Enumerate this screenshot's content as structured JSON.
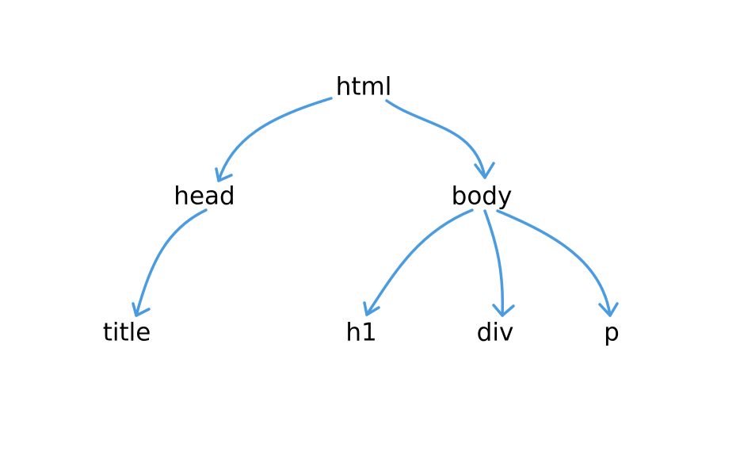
{
  "nodes": {
    "html": "html",
    "head": "head",
    "body": "body",
    "title": "title",
    "h1": "h1",
    "div": "div",
    "p": "p"
  },
  "edges": [
    {
      "from": "html",
      "to": "head"
    },
    {
      "from": "html",
      "to": "body"
    },
    {
      "from": "head",
      "to": "title"
    },
    {
      "from": "body",
      "to": "h1"
    },
    {
      "from": "body",
      "to": "div"
    },
    {
      "from": "body",
      "to": "p"
    }
  ],
  "colors": {
    "edge": "#4a9be0",
    "text": "#000000"
  }
}
